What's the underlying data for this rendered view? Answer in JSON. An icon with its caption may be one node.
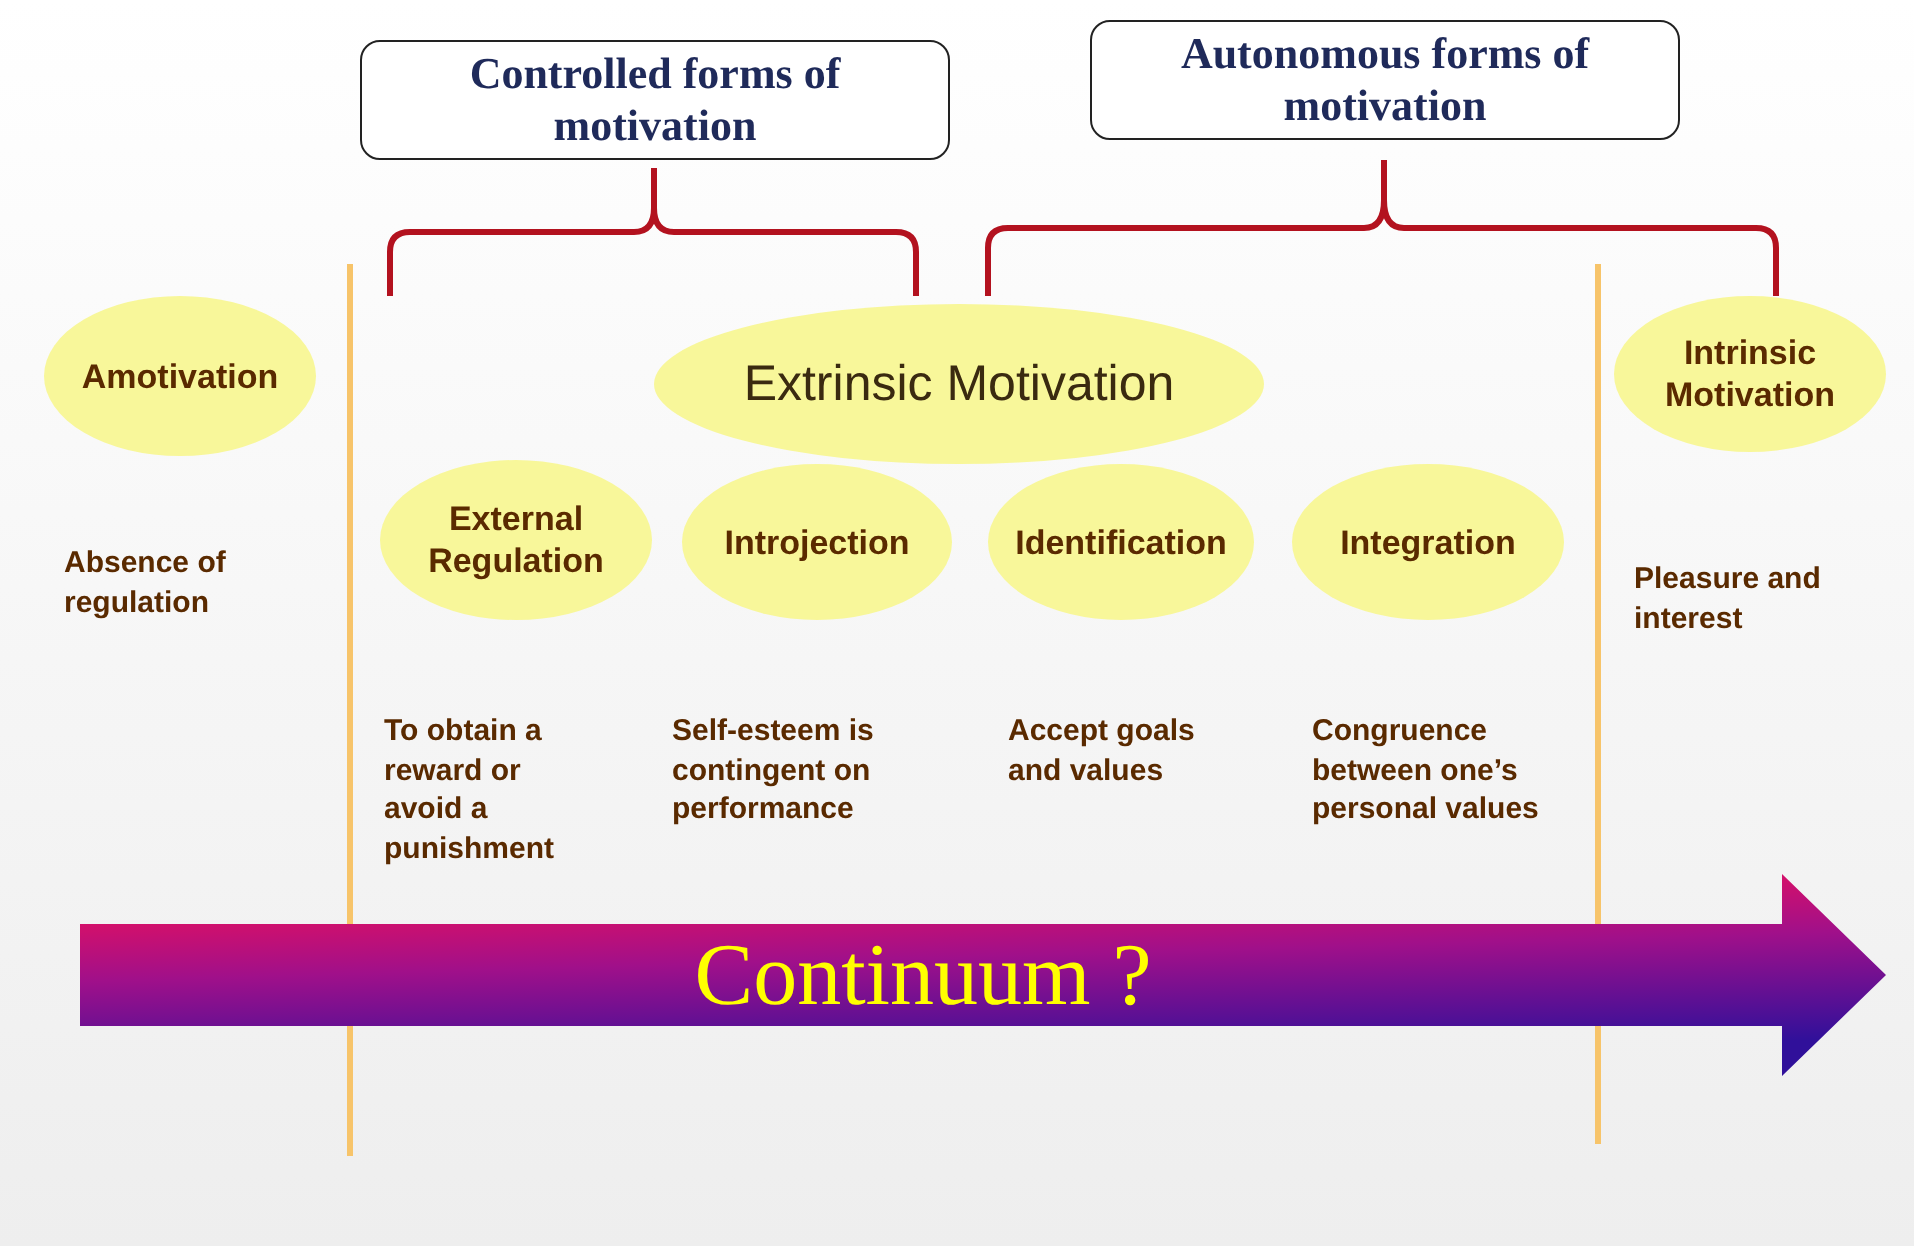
{
  "diagram": {
    "nodes": [
      {
        "text": [
          "Controlled forms of motivation"
        ]
      },
      {
        "text": [
          "Autonomous forms of motivation"
        ]
      },
      {
        "text": [
          "Amotivation"
        ]
      },
      {
        "text": [
          "Extrinsic Motivation"
        ]
      },
      {
        "text": [
          "Intrinsic Motivation"
        ]
      },
      {
        "text": [
          "External Regulation"
        ]
      },
      {
        "text": [
          "Introjection"
        ]
      },
      {
        "text": [
          "Identification"
        ]
      },
      {
        "text": [
          "Integration"
        ]
      },
      {
        "text": [
          "Continuum ?"
        ]
      }
    ],
    "labels": [
      "Absence of regulation",
      "Pleasure and interest",
      "To obtain a reward or avoid a punishment",
      "Self-esteem is contingent on performance",
      "Accept goals and values",
      "Congruence between one’s personal values"
    ]
  }
}
